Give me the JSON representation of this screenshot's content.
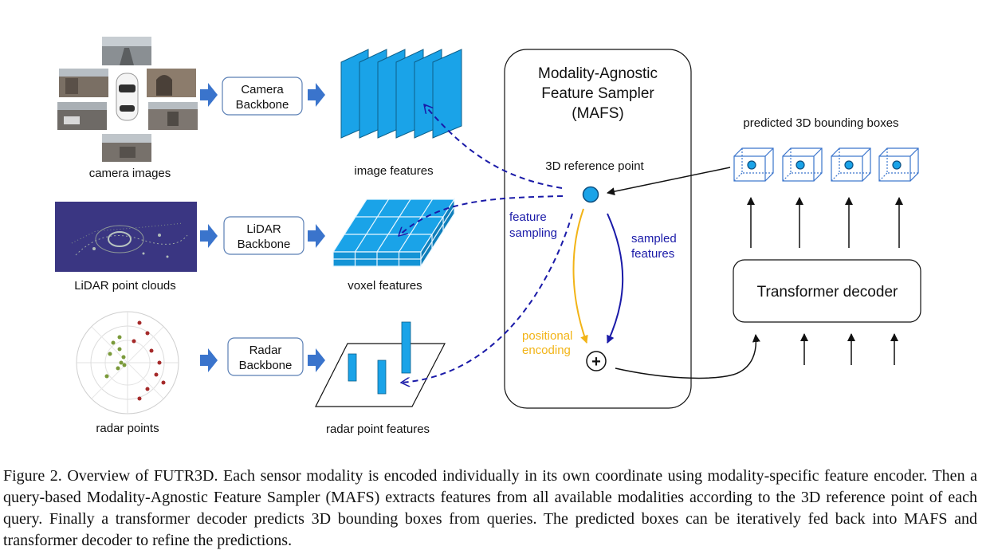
{
  "inputs": {
    "camera_label": "camera images",
    "lidar_label": "LiDAR point clouds",
    "radar_label": "radar points"
  },
  "backbones": {
    "camera_line1": "Camera",
    "camera_line2": "Backbone",
    "lidar_line1": "LiDAR",
    "lidar_line2": "Backbone",
    "radar_line1": "Radar",
    "radar_line2": "Backbone"
  },
  "features": {
    "image_label": "image features",
    "voxel_label": "voxel features",
    "radar_label": "radar point features"
  },
  "mafs": {
    "title_line1": "Modality-Agnostic",
    "title_line2": "Feature Sampler",
    "title_line3": "(MAFS)",
    "reference_point_label": "3D reference point",
    "feature_sampling_line1": "feature",
    "feature_sampling_line2": "sampling",
    "sampled_features_line1": "sampled",
    "sampled_features_line2": "features",
    "positional_line1": "positional",
    "positional_line2": "encoding",
    "plus_symbol": "+"
  },
  "decoder": {
    "label": "Transformer decoder",
    "boxes_label": "predicted 3D bounding boxes"
  },
  "colors": {
    "feature_blue": "#1aa3e8",
    "arrow_blue": "#3a74cc",
    "dashed_blue": "#1a1aa8",
    "yellow": "#f2b417"
  },
  "caption": "Figure 2.  Overview of FUTR3D. Each sensor modality is encoded individually in its own coordinate using modality-specific feature encoder. Then a query-based Modality-Agnostic Feature Sampler (MAFS) extracts features from all available modalities according to the 3D reference point of each query.  Finally a transformer decoder predicts 3D bounding boxes from queries.  The predicted boxes can be iteratively fed back into MAFS and transformer decoder to refine the predictions."
}
